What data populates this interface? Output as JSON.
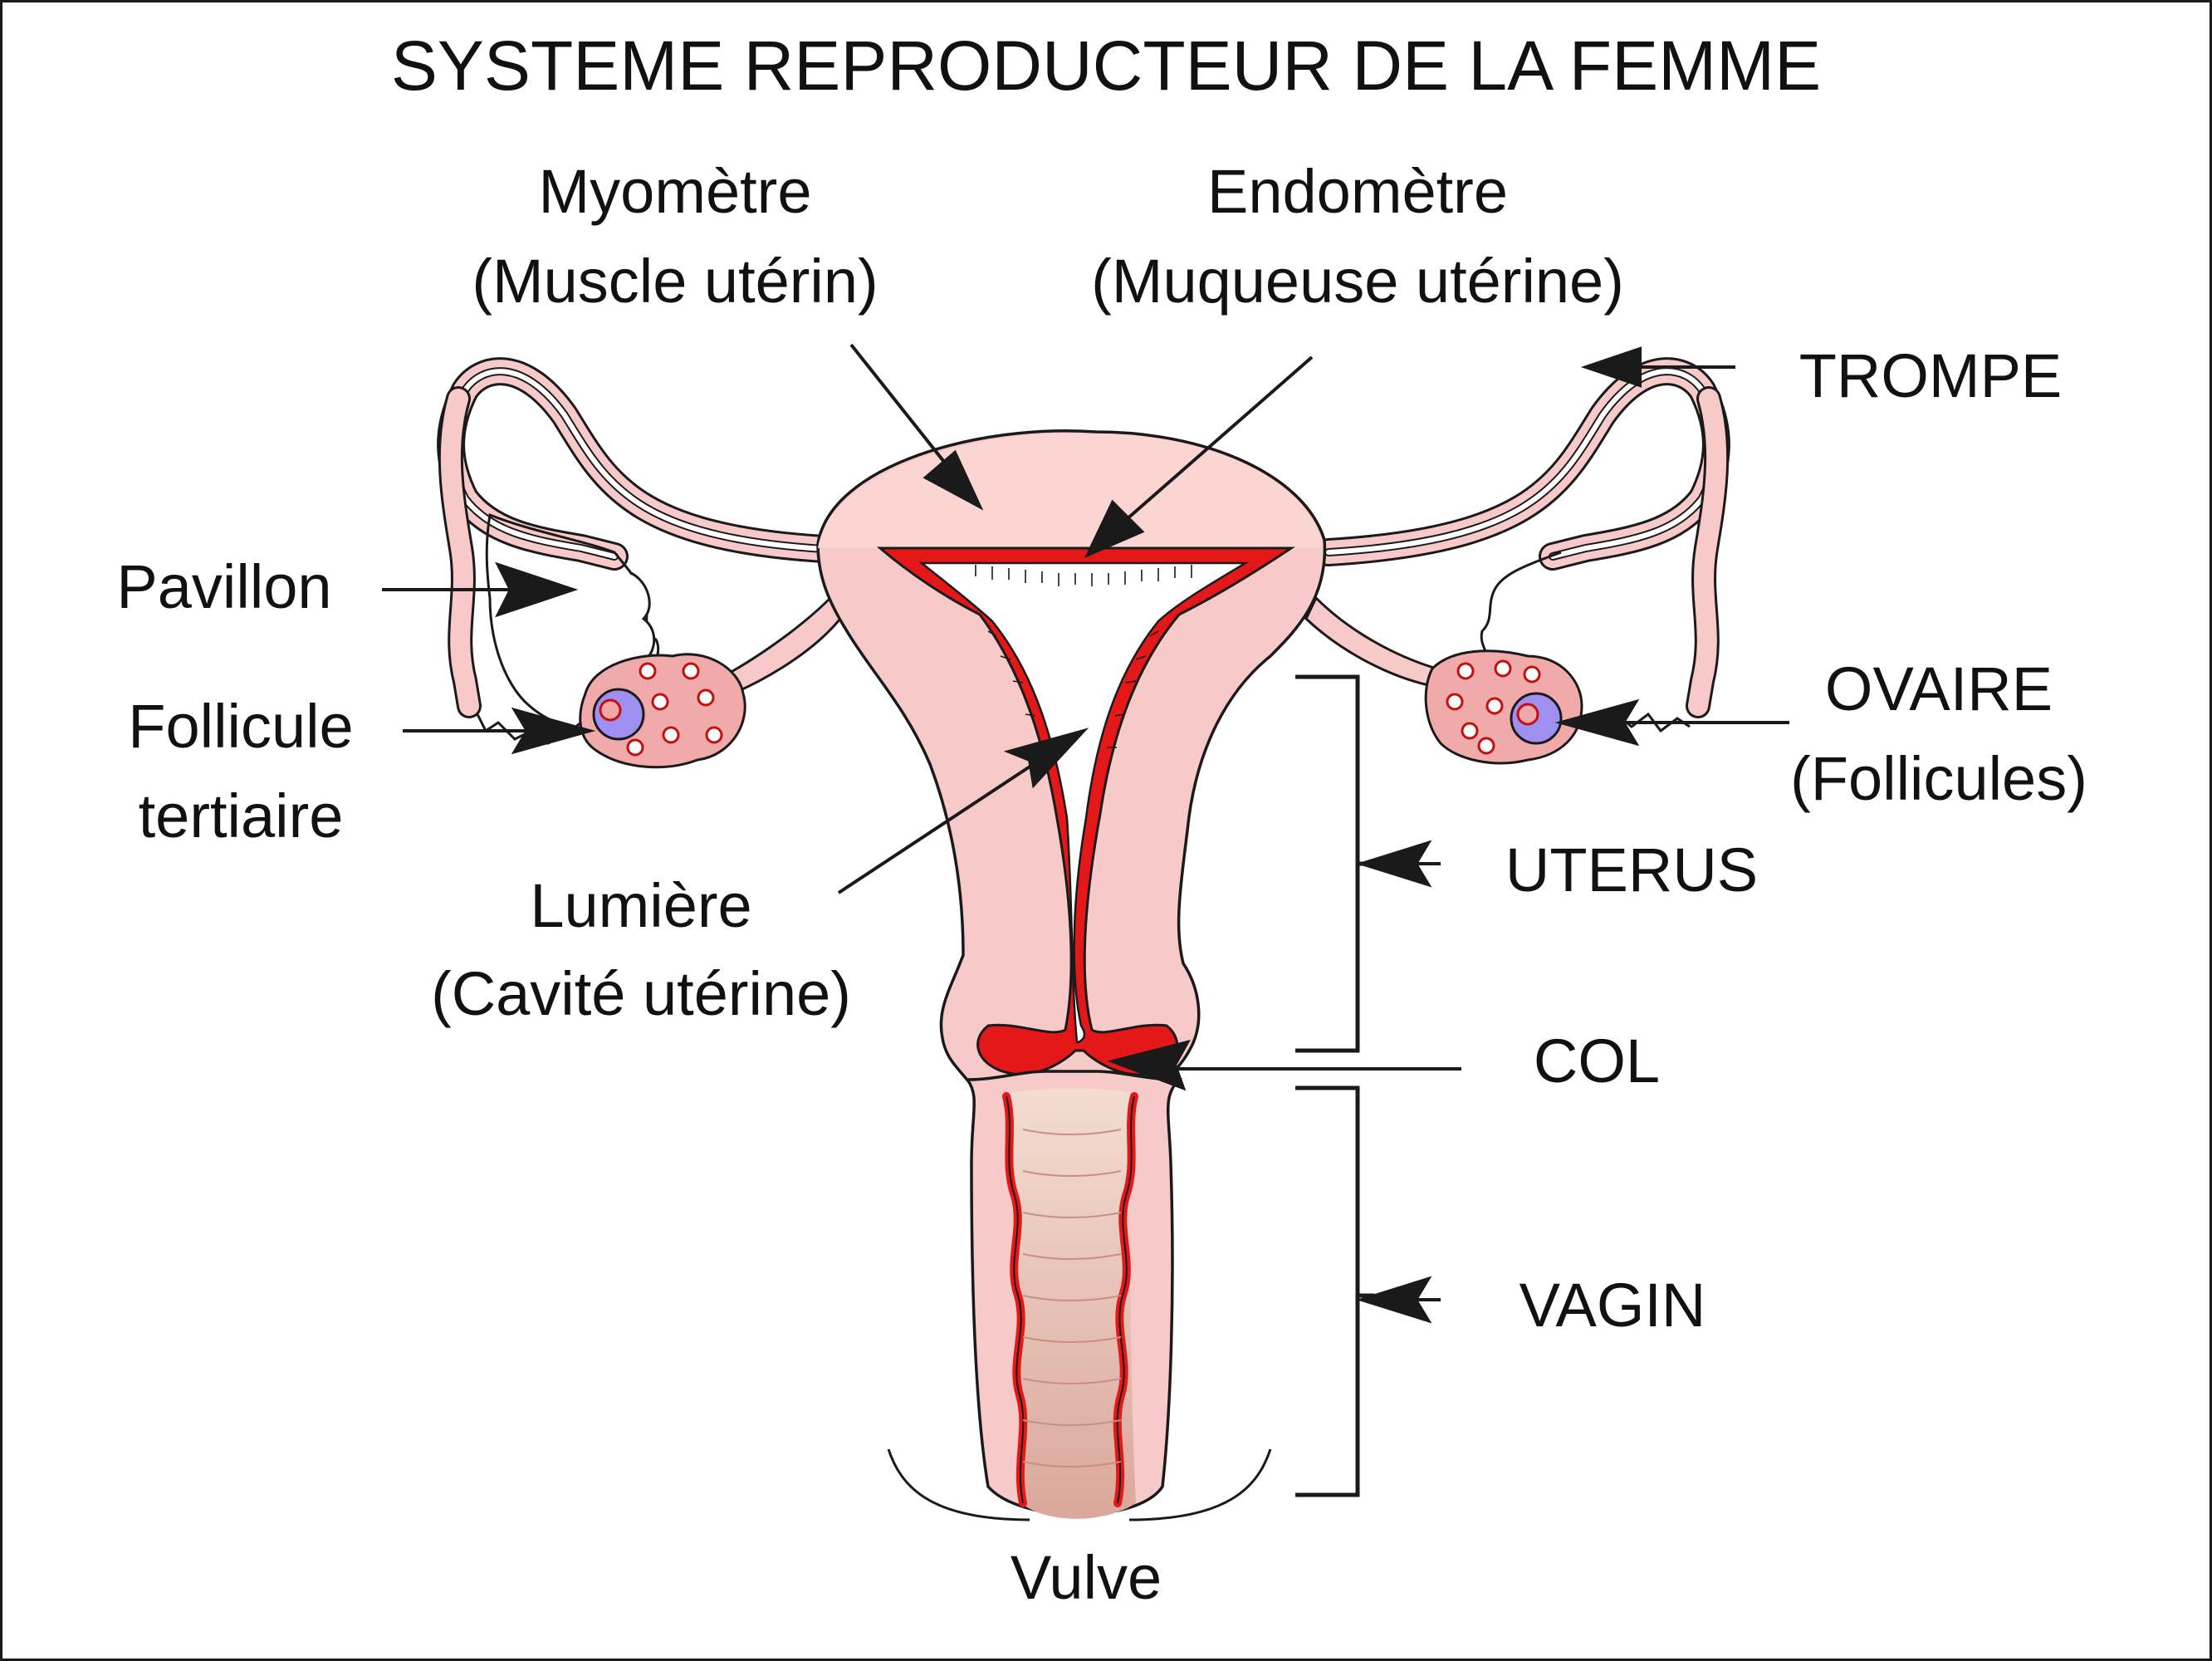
{
  "title": "SYSTEME REPRODUCTEUR DE LA FEMME",
  "labels": {
    "myometre": [
      "Myomètre",
      "(Muscle utérin)"
    ],
    "endometre": [
      "Endomètre",
      "(Muqueuse utérine)"
    ],
    "trompe": "TROMPE",
    "pavillon": "Pavillon",
    "follicule": [
      "Follicule",
      "tertiaire"
    ],
    "ovaire": [
      "OVAIRE",
      "(Follicules)"
    ],
    "uterus": "UTERUS",
    "lumiere": [
      "Lumière",
      "(Cavité utérine)"
    ],
    "col": "COL",
    "vagin": "VAGIN",
    "vulve": "Vulve"
  },
  "colors": {
    "tissue": "#f7c9c8",
    "tissue_light": "#fad5d2",
    "mucosa": "#e41818",
    "vagina": "#e3b0a8",
    "ovary": "#f0aaaa",
    "oocyte": "#9f8ff0",
    "outline": "#1a1a1a"
  }
}
